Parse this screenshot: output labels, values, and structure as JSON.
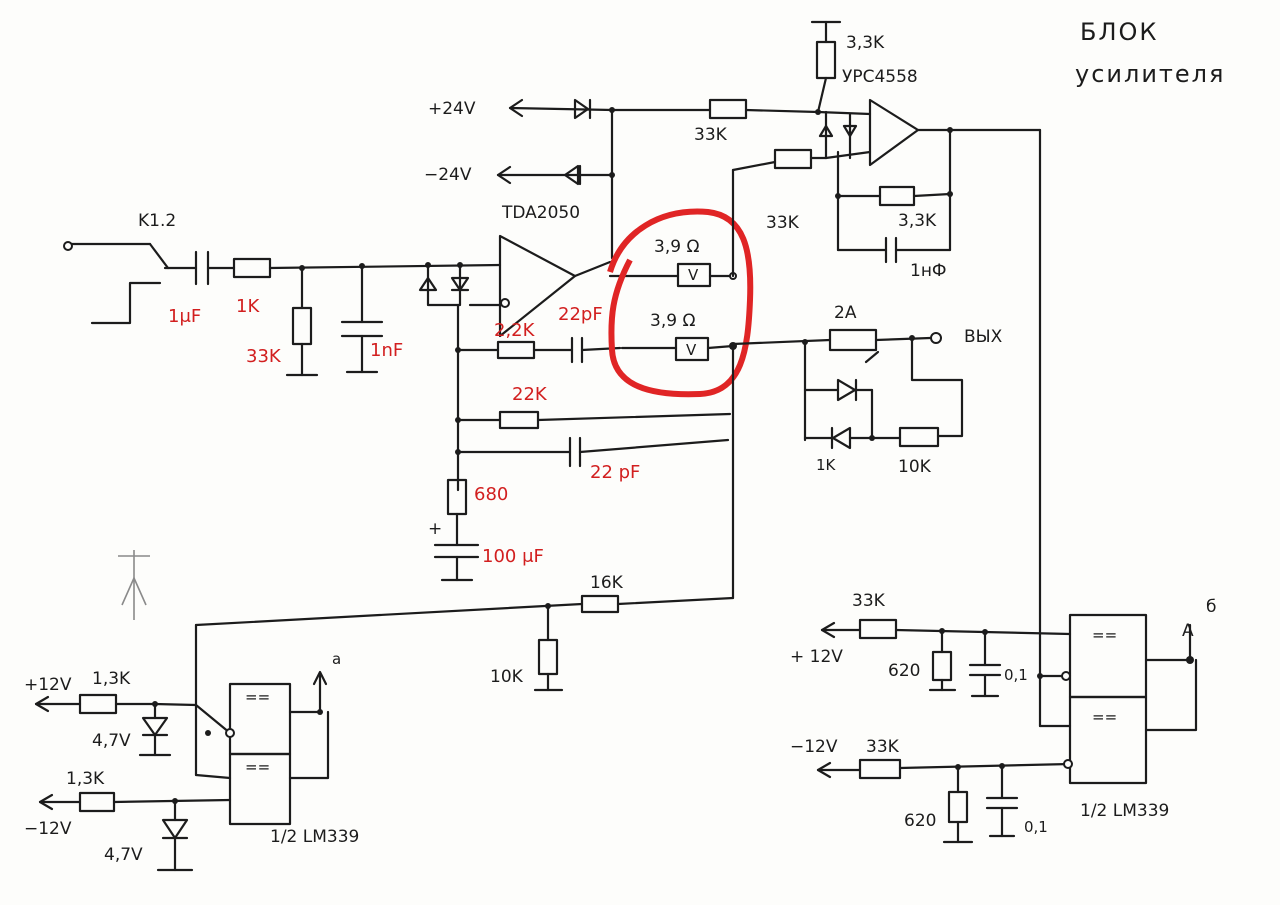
{
  "title": {
    "line1": "БЛОК",
    "line2": "усилителя"
  },
  "ics": {
    "amp": "TDA2050",
    "opamp": "УРС4558",
    "comp_left": "1/2 LM339",
    "comp_right": "1/2 LM339"
  },
  "supply": {
    "plus24": "+24V",
    "minus24": "−24V",
    "plus12_left": "+12V",
    "minus12_left": "−12V",
    "plus12_right": "+ 12V",
    "minus12_right": "−12V"
  },
  "input": {
    "relay": "K1.2"
  },
  "values": {
    "c_in": "1μF",
    "r_in": "1K",
    "r_33k_in": "33K",
    "c_1nF": "1nF",
    "r_22k_top": "2,2K",
    "c_22pF_top": "22pF",
    "r_3_9_top": "3,9 Ω",
    "r_3_9_bot": "3,9 Ω",
    "fuse": "2A",
    "out": "ВЫХ",
    "r_22k": "22K",
    "c_22pF": "22 pF",
    "r_680": "680",
    "c_100uF": "100 μF",
    "r_16k": "16K",
    "r_10k_div": "10K",
    "r_10k_out": "10K",
    "r_33k_op_top": "3,3K",
    "r_33k_op_in": "33K",
    "r_33k_op_fb1": "33K",
    "r_33k_op_fb2": "3,3K",
    "c_1nf_op": "1нФ",
    "diode_out": "1K",
    "r_1_3k_a": "1,3K",
    "r_1_3k_b": "1,3K",
    "z_4_7_a": "4,7V",
    "z_4_7_b": "4,7V",
    "r_33k_r1": "33K",
    "r_33k_r2": "33K",
    "r_620_a": "620",
    "r_620_b": "620",
    "c_01_a": "0,1",
    "c_01_b": "0,1",
    "pin_a": "а",
    "pin_A": "A",
    "pin_b": "б"
  }
}
